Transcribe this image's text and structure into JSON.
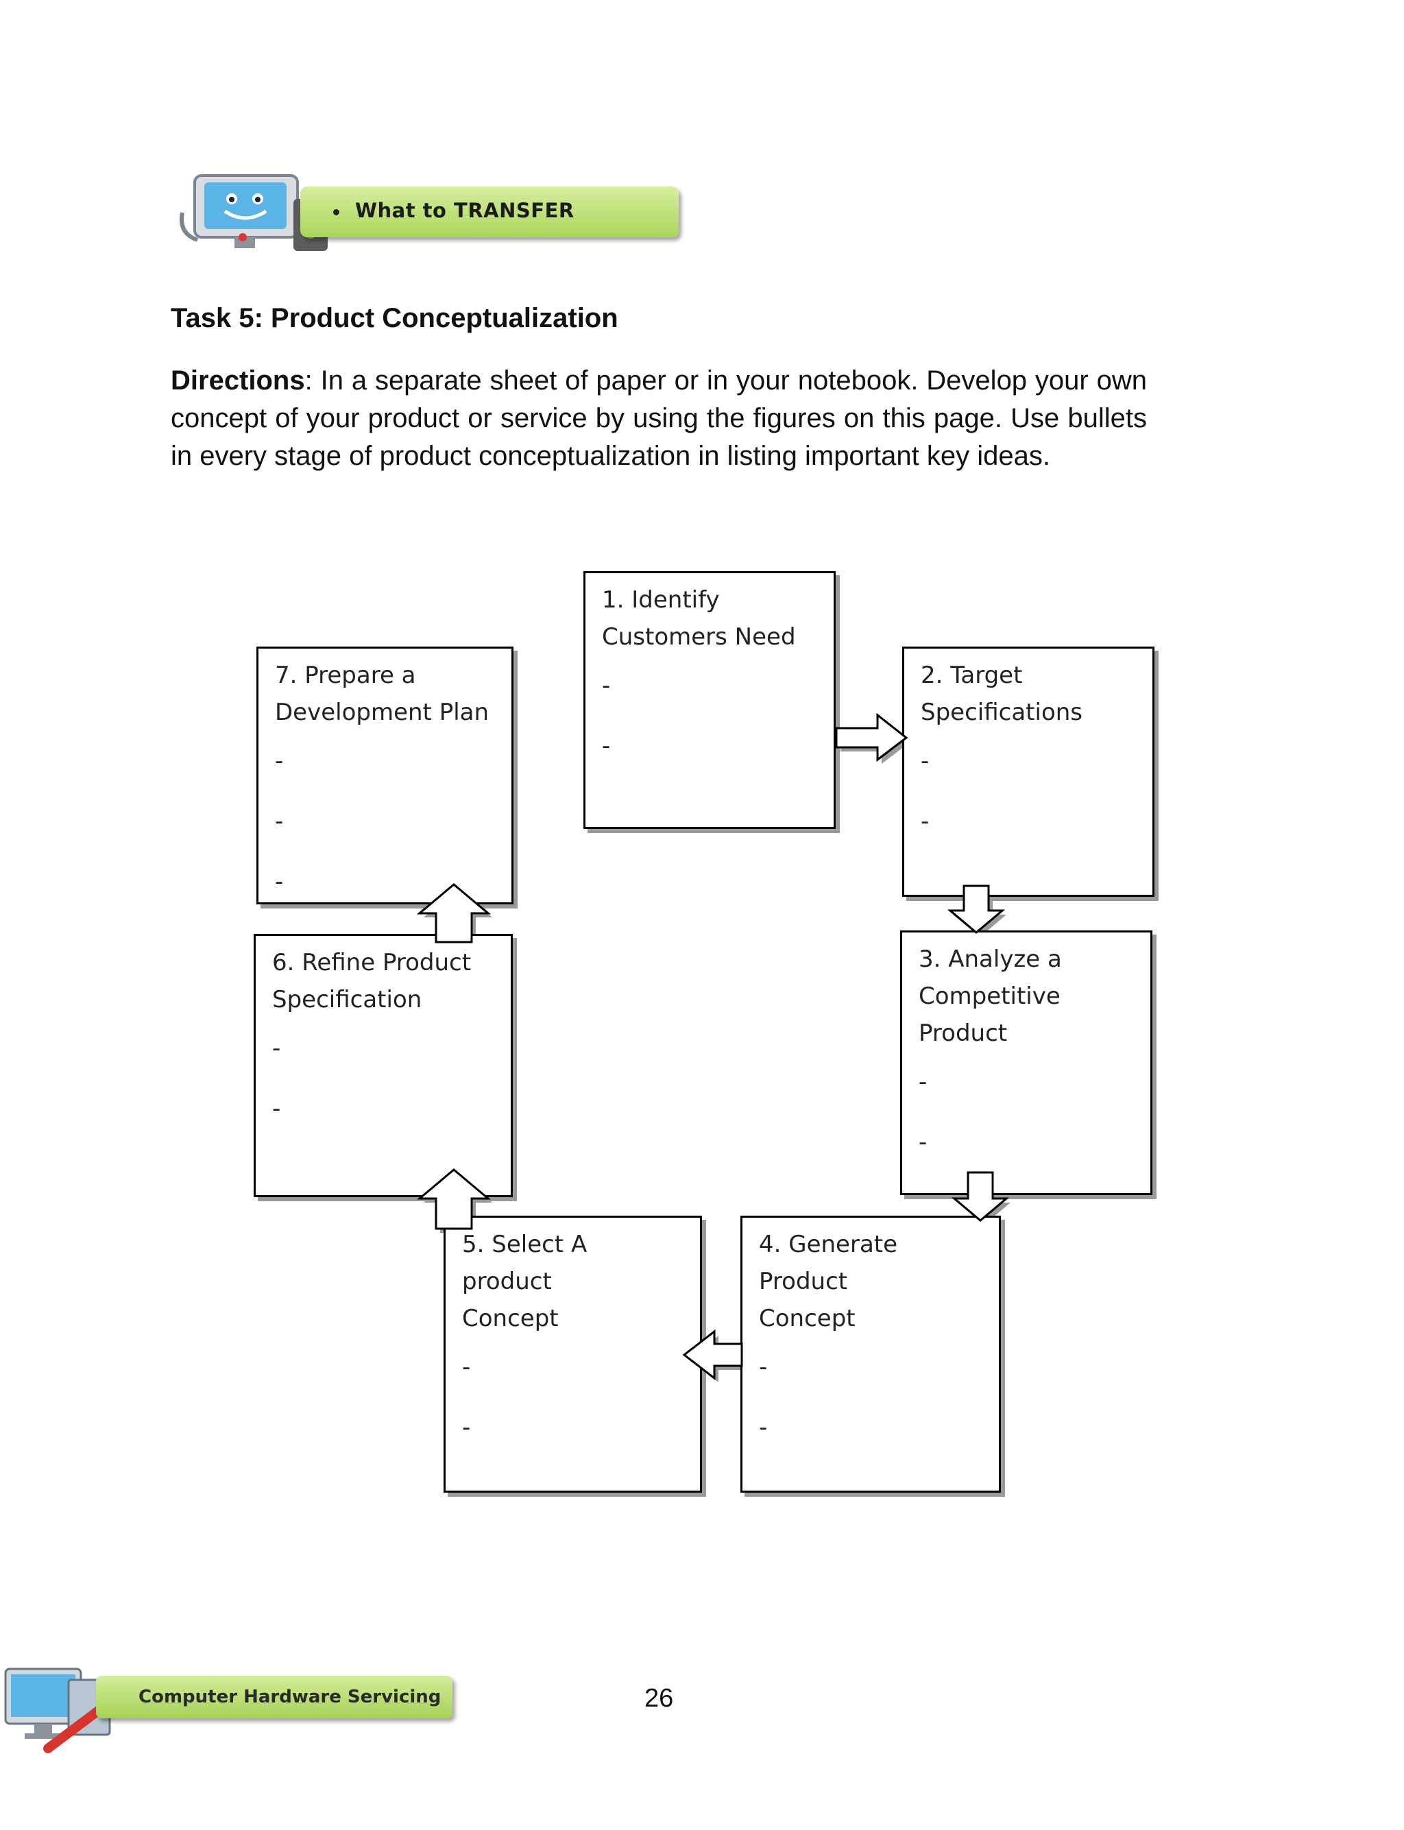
{
  "header": {
    "banner_label": "What to TRANSFER"
  },
  "task": {
    "title": "Task 5: Product Conceptualization",
    "directions_label": "Directions",
    "directions_text": ": In a separate sheet of paper or in your notebook. Develop your own concept of your product or service by using the figures on this page. Use bullets in every stage of product conceptualization in listing important key ideas."
  },
  "steps": [
    {
      "title": "1. Identify\nCustomers Need",
      "bullets": [
        "-",
        "-"
      ]
    },
    {
      "title": "2. Target\nSpecifications",
      "bullets": [
        "-",
        "-"
      ]
    },
    {
      "title": "3. Analyze a\nCompetitive\nProduct",
      "bullets": [
        "-",
        "-"
      ]
    },
    {
      "title": "4. Generate Product\nConcept",
      "bullets": [
        "-",
        "-"
      ]
    },
    {
      "title": "5. Select A product\nConcept",
      "bullets": [
        "-",
        "-"
      ]
    },
    {
      "title": "6. Refine Product\nSpecification",
      "bullets": [
        "-",
        "-"
      ]
    },
    {
      "title": "7. Prepare a\nDevelopment Plan",
      "bullets": [
        "-",
        "-",
        "-"
      ]
    }
  ],
  "footer": {
    "label": "Computer Hardware Servicing",
    "page_number": "26"
  },
  "colors": {
    "banner_green": "#a9d65a",
    "monitor_blue": "#5ab4e6"
  }
}
